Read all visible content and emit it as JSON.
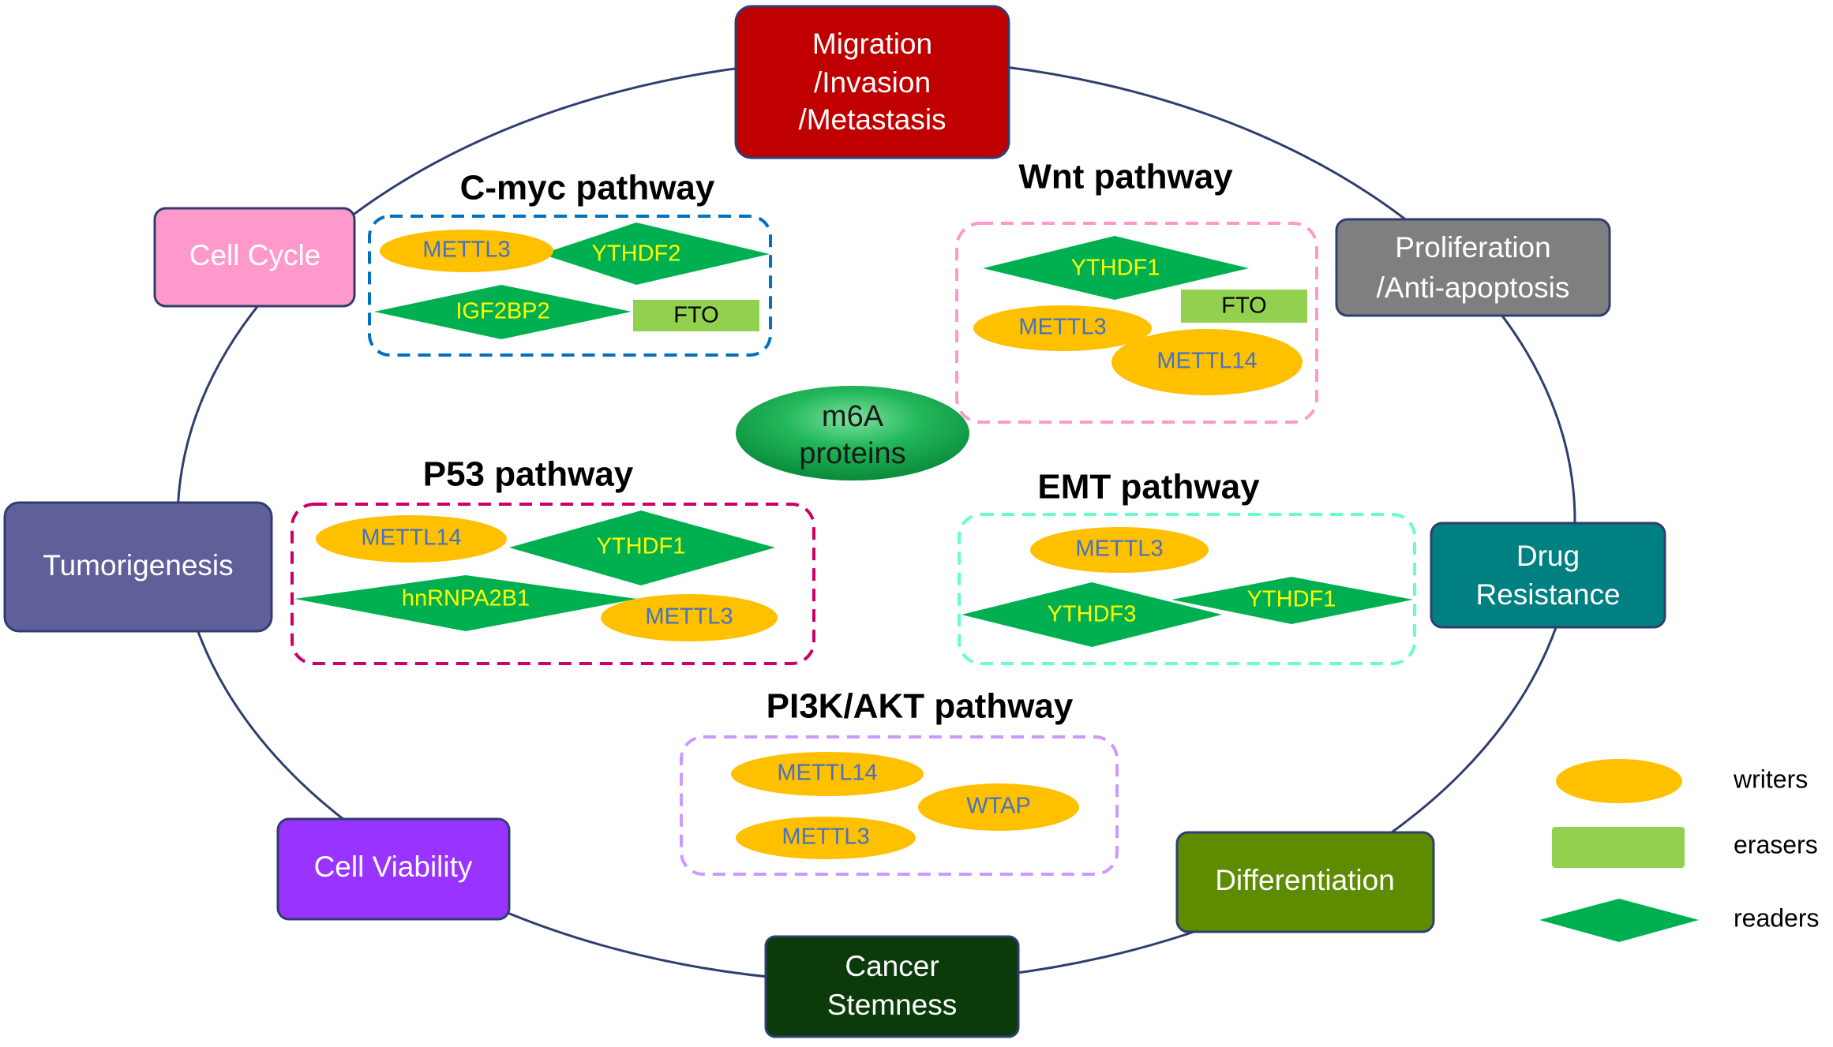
{
  "colors": {
    "writer": "#FFC000",
    "eraser": "#92D050",
    "reader": "#00B050",
    "ring": "#2F3E6E"
  },
  "center": {
    "line1": "m6A",
    "line2": "proteins"
  },
  "outcomes": {
    "migration": {
      "line1": "Migration",
      "line2": "/Invasion",
      "line3": "/Metastasis",
      "color": "#C00000"
    },
    "proliferation": {
      "line1": "Proliferation",
      "line2": "/Anti-apoptosis",
      "color": "#7F7F7F"
    },
    "drug_resistance": {
      "line1": "Drug",
      "line2": "Resistance",
      "color": "#008080"
    },
    "differentiation": {
      "label": "Differentiation",
      "color": "#5E8C00"
    },
    "cancer_stemness": {
      "line1": "Cancer",
      "line2": "Stemness",
      "color": "#0B3B0B"
    },
    "cell_viability": {
      "label": "Cell Viability",
      "color": "#9933FF"
    },
    "tumorigenesis": {
      "label": "Tumorigenesis",
      "color": "#5F5F99"
    },
    "cell_cycle": {
      "label": "Cell Cycle",
      "color": "#FF99CC"
    }
  },
  "pathways": {
    "cmyc": {
      "title": "C-myc pathway",
      "border": "#0070C0",
      "items": {
        "writer1": "METTL3",
        "reader1": "YTHDF2",
        "reader2": "IGF2BP2",
        "eraser1": "FTO"
      }
    },
    "wnt": {
      "title": "Wnt pathway",
      "border": "#FF99CC",
      "items": {
        "reader1": "YTHDF1",
        "eraser1": "FTO",
        "writer1": "METTL3",
        "writer2": "METTL14"
      }
    },
    "p53": {
      "title": "P53 pathway",
      "border": "#CC0066",
      "items": {
        "writer1": "METTL14",
        "reader1": "YTHDF1",
        "reader2": "hnRNPA2B1",
        "writer2": "METTL3"
      }
    },
    "emt": {
      "title": "EMT pathway",
      "border": "#66FFCC",
      "items": {
        "writer1": "METTL3",
        "reader1": "YTHDF3",
        "reader2": "YTHDF1"
      }
    },
    "pi3k": {
      "title": "PI3K/AKT pathway",
      "border": "#CC99FF",
      "items": {
        "writer1": "METTL14",
        "writer2": "WTAP",
        "writer3": "METTL3"
      }
    }
  },
  "legend": {
    "writers": "writers",
    "erasers": "erasers",
    "readers": "readers"
  }
}
